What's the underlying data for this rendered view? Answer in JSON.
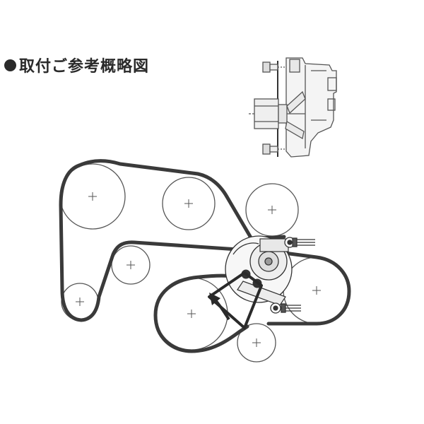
{
  "title": "取付ご参考概略図",
  "colors": {
    "line": "#2a2a2a",
    "belt": "#3a3a3a",
    "fill_light": "#f2f2f2",
    "background": "#ffffff"
  },
  "diagram": {
    "pulleys": [
      "pulley-crank",
      "pulley-top-left",
      "pulley-top-right",
      "pulley-idler-small-left",
      "pulley-idler-bottom-left",
      "pulley-idler-upper-right",
      "pulley-large-right",
      "pulley-small-bottom",
      "tensioner-pulley"
    ],
    "inset": "tensioner-mounting-detail"
  }
}
